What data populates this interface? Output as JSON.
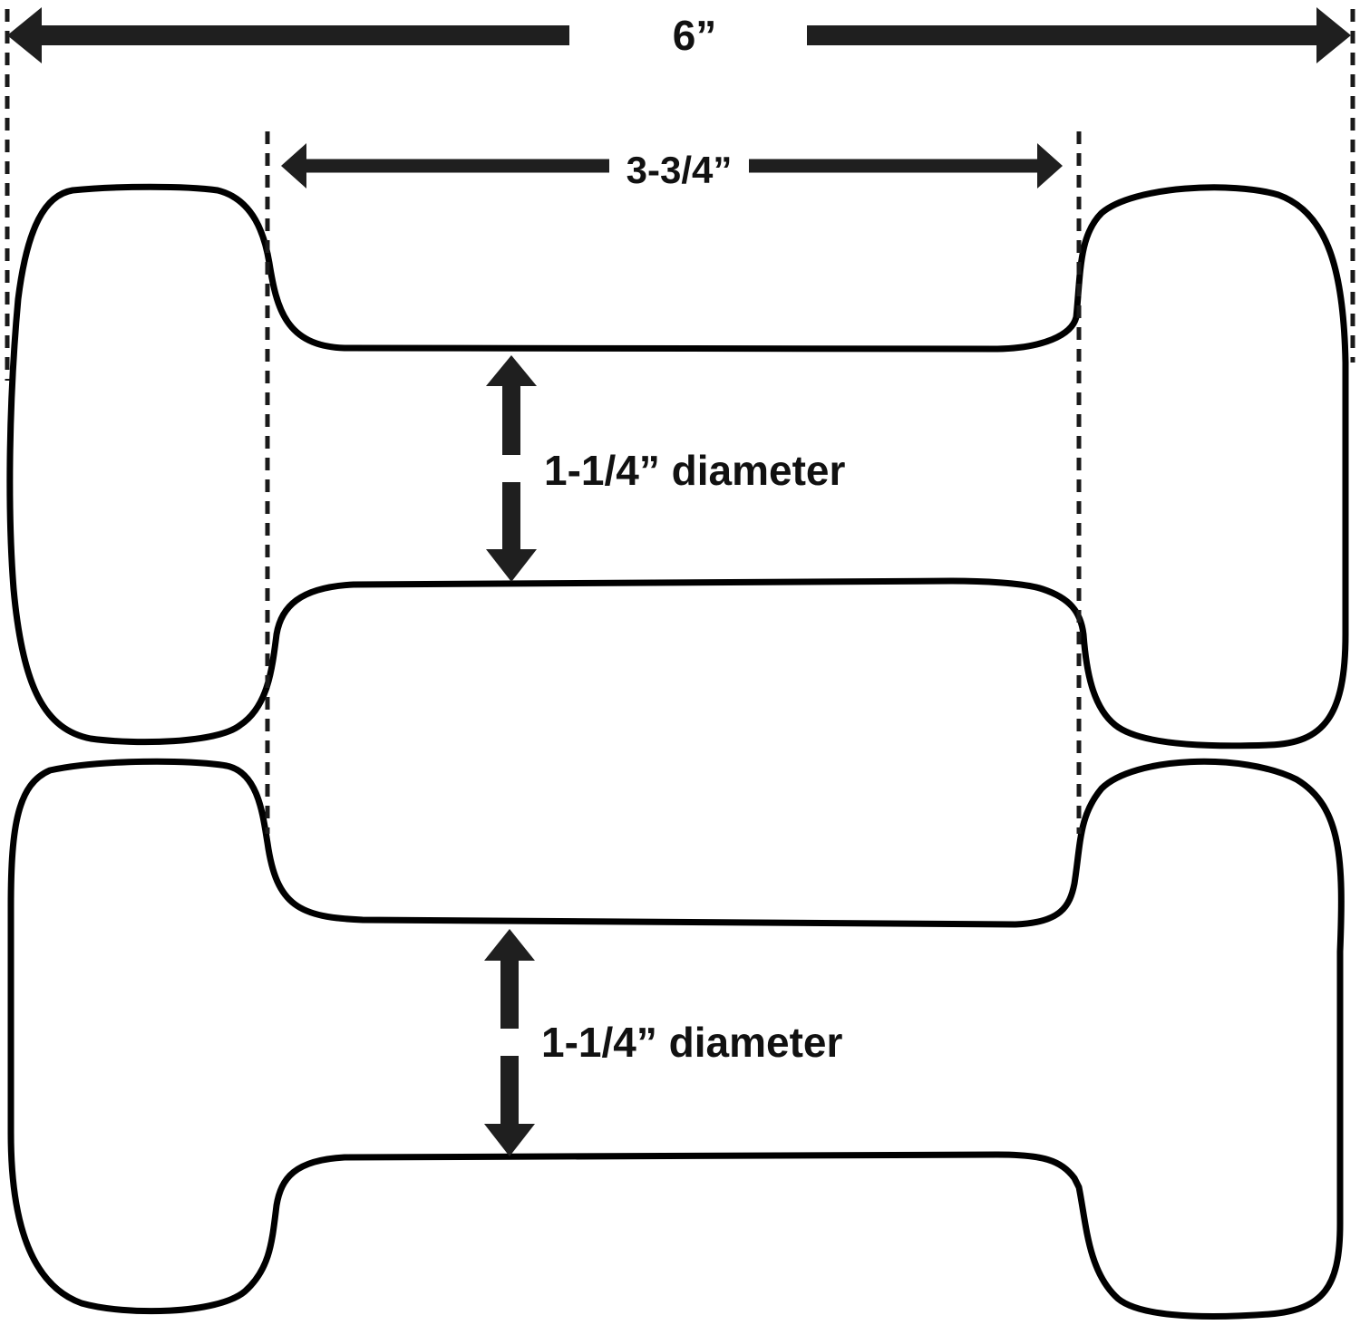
{
  "dimensions": {
    "overall_length": "6”",
    "handle_length": "3-3/4”",
    "handle_diameter_top": "1-1/4” diameter",
    "handle_diameter_bottom": "1-1/4” diameter"
  },
  "colors": {
    "outline": "#000000",
    "dimension": "#1f1f1f",
    "background": "#ffffff"
  }
}
